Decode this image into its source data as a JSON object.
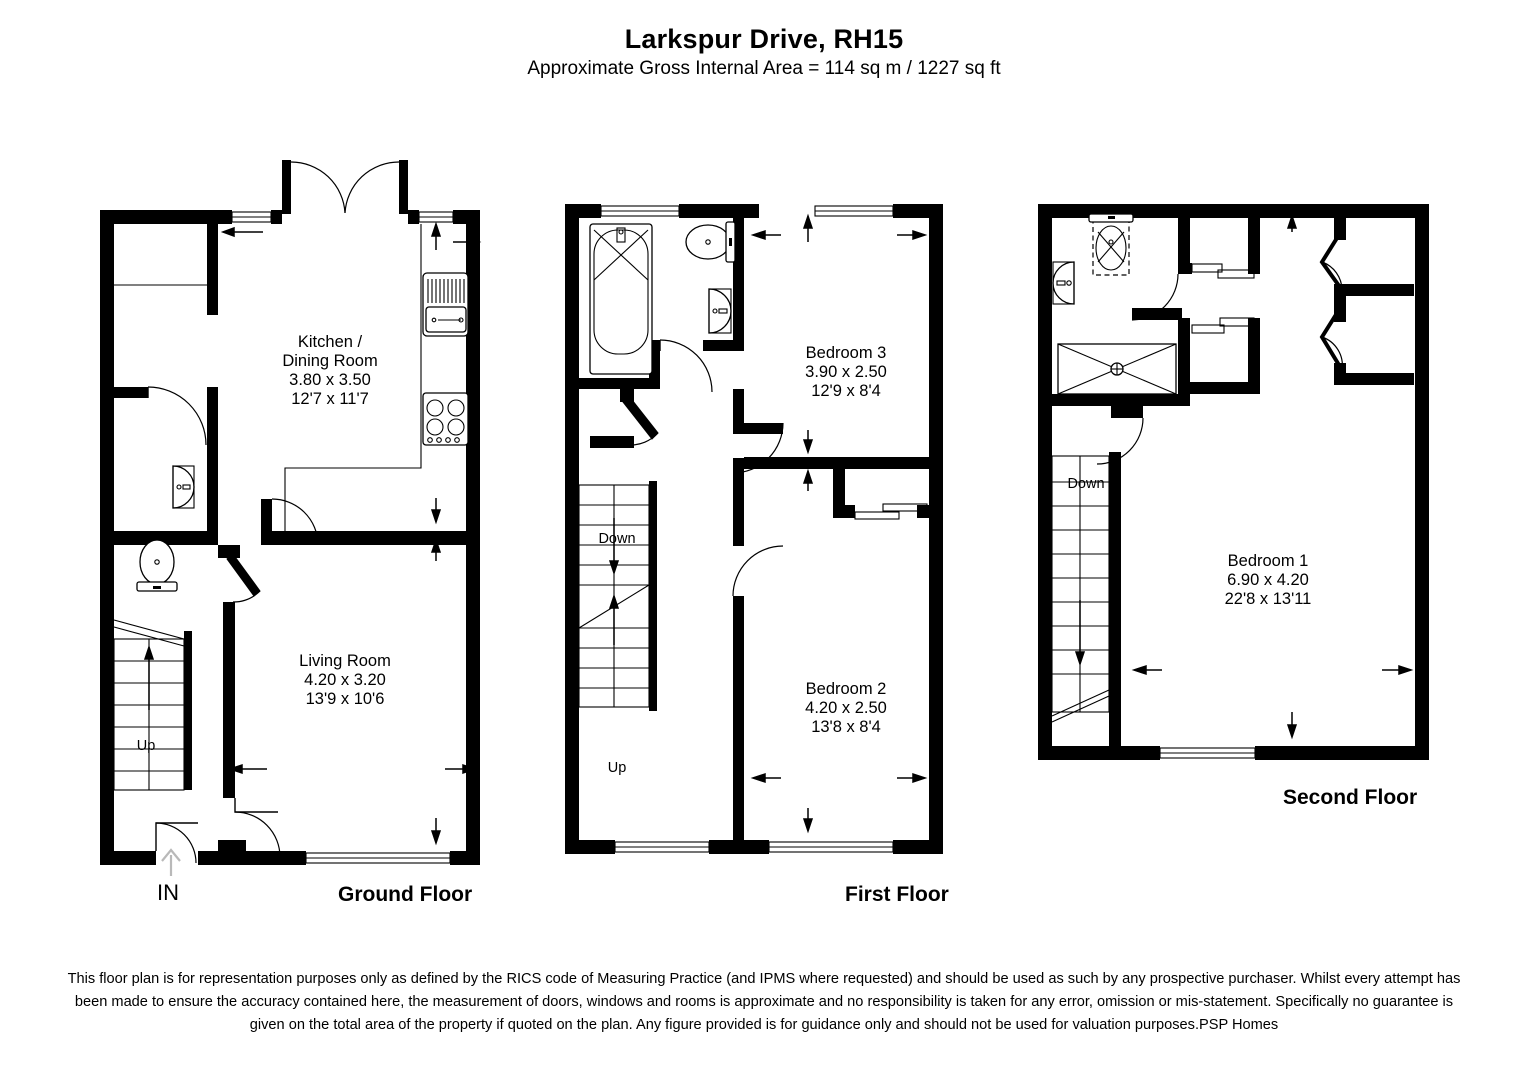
{
  "header": {
    "title": "Larkspur Drive, RH15",
    "subtitle": "Approximate Gross Internal Area = 114 sq m / 1227 sq ft"
  },
  "entry": {
    "label": "IN",
    "icon": "up-arrow-icon"
  },
  "floors": [
    {
      "id": "ground",
      "caption": "Ground Floor",
      "rooms": [
        {
          "name": "Kitchen / Dining Room",
          "line1": "Kitchen /",
          "line2": "Dining Room",
          "metric": "3.80 x 3.50",
          "imperial": "12'7 x 11'7"
        },
        {
          "name": "Living Room",
          "line1": "Living Room",
          "line2": "",
          "metric": "4.20 x 3.20",
          "imperial": "13'9 x 10'6"
        }
      ],
      "stairs": [
        {
          "label": "Up",
          "direction": "up"
        }
      ],
      "fixtures": [
        "sink-icon",
        "toilet-icon",
        "kitchen-sink-icon",
        "hob-icon"
      ]
    },
    {
      "id": "first",
      "caption": "First Floor",
      "rooms": [
        {
          "name": "Bedroom 3",
          "line1": "Bedroom 3",
          "line2": "",
          "metric": "3.90 x 2.50",
          "imperial": "12'9 x 8'4"
        },
        {
          "name": "Bedroom 2",
          "line1": "Bedroom 2",
          "line2": "",
          "metric": "4.20 x 2.50",
          "imperial": "13'8 x 8'4"
        }
      ],
      "stairs": [
        {
          "label": "Down",
          "direction": "down"
        },
        {
          "label": "Up",
          "direction": "up"
        }
      ],
      "fixtures": [
        "bath-icon",
        "toilet-icon",
        "sink-icon"
      ]
    },
    {
      "id": "second",
      "caption": "Second Floor",
      "rooms": [
        {
          "name": "Bedroom 1",
          "line1": "Bedroom 1",
          "line2": "",
          "metric": "6.90 x 4.20",
          "imperial": "22'8 x 13'11"
        }
      ],
      "stairs": [
        {
          "label": "Down",
          "direction": "down"
        }
      ],
      "fixtures": [
        "toilet-icon",
        "sink-icon",
        "shower-tray-icon",
        "wardrobe-icon"
      ]
    }
  ],
  "disclaimer": "This floor plan is for representation purposes only as defined by the RICS code of Measuring Practice (and IPMS where requested) and should be used as such by any prospective purchaser. Whilst every attempt has been made to ensure the accuracy contained here, the measurement of doors, windows and rooms is approximate and no responsibility is taken for any error, omission or mis-statement. Specifically no guarantee is given on the total area of the property if quoted on the plan. Any figure provided is for guidance only and should not be used for valuation purposes.PSP Homes"
}
